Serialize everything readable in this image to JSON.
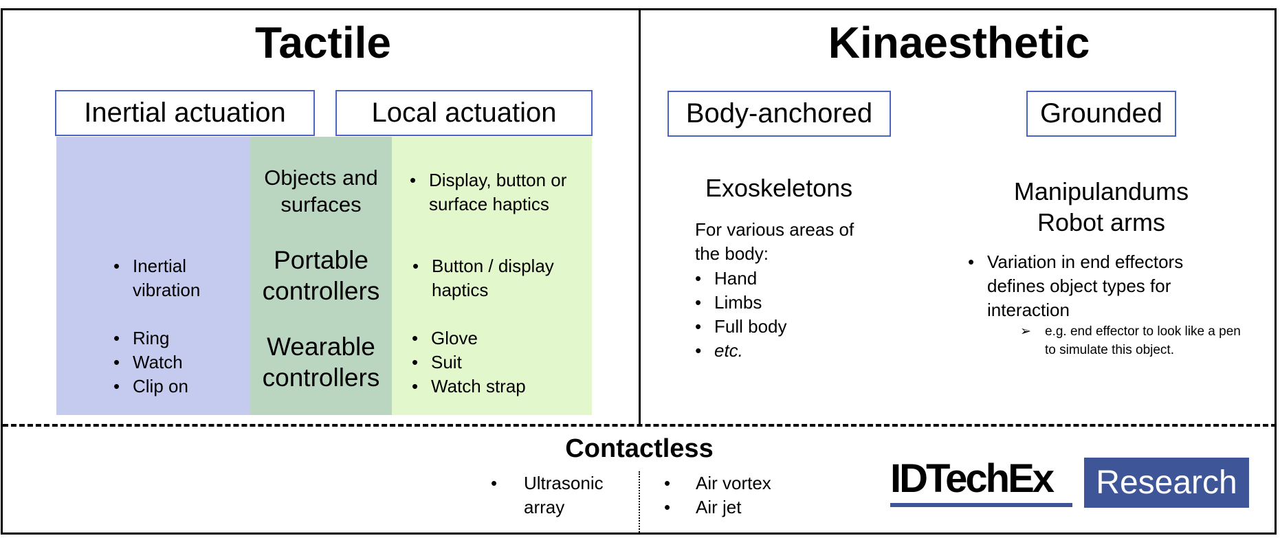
{
  "tactile": {
    "title": "Tactile",
    "categories": [
      "Inertial actuation",
      "Local actuation"
    ],
    "rows": [
      {
        "label": "Objects and surfaces",
        "inertial": [],
        "local": [
          "Display, button or surface haptics"
        ]
      },
      {
        "label": "Portable controllers",
        "inertial": [
          "Inertial vibration"
        ],
        "local": [
          "Button / display haptics"
        ]
      },
      {
        "label": "Wearable controllers",
        "inertial": [
          "Ring",
          "Watch",
          "Clip on"
        ],
        "local": [
          "Glove",
          "Suit",
          "Watch strap"
        ]
      }
    ],
    "colors": {
      "inertial": "#c5cbee",
      "middle": "#bbd6c0",
      "local": "#e2f7cc",
      "box_border": "#4a64c4"
    }
  },
  "kinaesthetic": {
    "title": "Kinaesthetic",
    "body_anchored": {
      "label": "Body-anchored",
      "heading": "Exoskeletons",
      "intro": "For various areas of the body:",
      "items": [
        "Hand",
        "Limbs",
        "Full body",
        "etc."
      ]
    },
    "grounded": {
      "label": "Grounded",
      "heading_1": "Manipulandums",
      "heading_2": "Robot arms",
      "bullet": "Variation in end effectors defines object types for interaction",
      "sub_bullet": "e.g. end effector to look like a pen to simulate this object."
    }
  },
  "contactless": {
    "title": "Contactless",
    "left_items": [
      "Ultrasonic array"
    ],
    "right_items": [
      "Air vortex",
      "Air jet"
    ]
  },
  "logo": {
    "brand": "IDTechEx",
    "tag": "Research",
    "color": "#3e5598"
  }
}
